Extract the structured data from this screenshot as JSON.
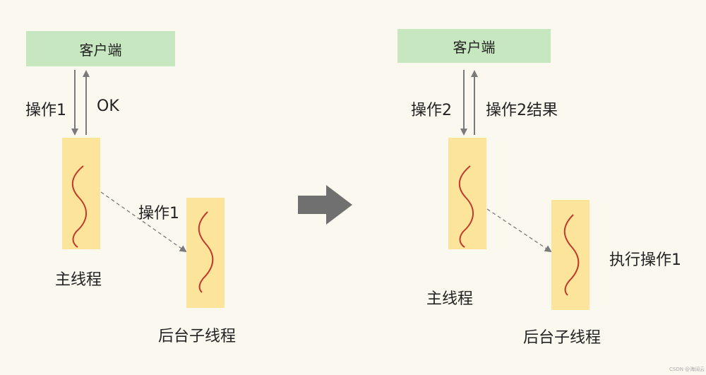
{
  "left": {
    "client": "客户端",
    "request_label": "操作1",
    "response_label": "OK",
    "async_label": "操作1",
    "main_thread": "主线程",
    "background_thread": "后台子线程"
  },
  "right": {
    "client": "客户端",
    "request_label": "操作2",
    "response_label": "操作2结果",
    "exec_label": "执行操作1",
    "main_thread": "主线程",
    "background_thread": "后台子线程"
  },
  "watermark": "CSDN @海阔云",
  "colors": {
    "background": "#fbf8ef",
    "client": "#c6e7bf",
    "thread": "#fce59b",
    "wave": "#c0392b",
    "arrow": "#7a7a7a",
    "transition": "#707070"
  }
}
